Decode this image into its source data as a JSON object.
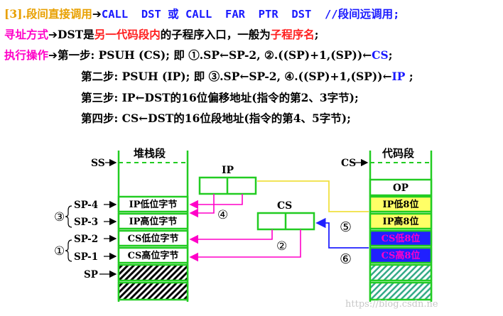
{
  "text": {
    "l1": {
      "tag": "[3].段间直接调用",
      "arrow": "➔",
      "instr": "CALL  DST 或 CALL  FAR  PTR  DST  //段间远调用;"
    },
    "l2": {
      "label": "寻址方式",
      "arrow": "➔",
      "pre": "DST是",
      "hl1": "另一代码段内",
      "mid": "的子程序入口，一般为",
      "hl2": "子程序名",
      "post": ";"
    },
    "l3": {
      "label": "执行操作",
      "arrow": "➔",
      "text": "第一步: PSUH (CS); 即 ①.SP←SP-2, ②.((SP)+1,(SP))←",
      "hl": "CS",
      "post": ";"
    },
    "l4": {
      "text": "第二步: PSUH (IP); 即 ③.SP←SP-2, ④.((SP)+1,(SP))←",
      "hl": "IP",
      "post": " ;"
    },
    "l5": {
      "text": "第三步: IP←DST的16位偏移地址(指令的第2、3字节);"
    },
    "l6": {
      "text": "第四步: CS←DST的16位段地址(指令的第4、5字节);"
    }
  },
  "diagram": {
    "stack_title": "堆栈段",
    "code_title": "代码段",
    "ss": "SS",
    "cs_left": "CS",
    "ip_box_label": "IP",
    "cs_box_label": "CS",
    "op": "OP",
    "stack_cells": [
      "IP低位字节",
      "IP高位字节",
      "CS低位字节",
      "CS高位字节"
    ],
    "code_cells": [
      "IP低8位",
      "IP高8位",
      "CS低8位",
      "CS高8位"
    ],
    "sp_labels": [
      "SP-4",
      "SP-3",
      "SP-2",
      "SP-1",
      "SP"
    ],
    "circ": [
      "③",
      "①",
      "④",
      "②",
      "⑤",
      "⑥"
    ],
    "watermark": "https://blog.csdn.ne"
  },
  "colors": {
    "green": "#22cc22",
    "magenta": "#ff00c8",
    "yellow": "#ffff66",
    "blue_cell": "#2020ff",
    "hatch_green": "#66ccaa"
  }
}
